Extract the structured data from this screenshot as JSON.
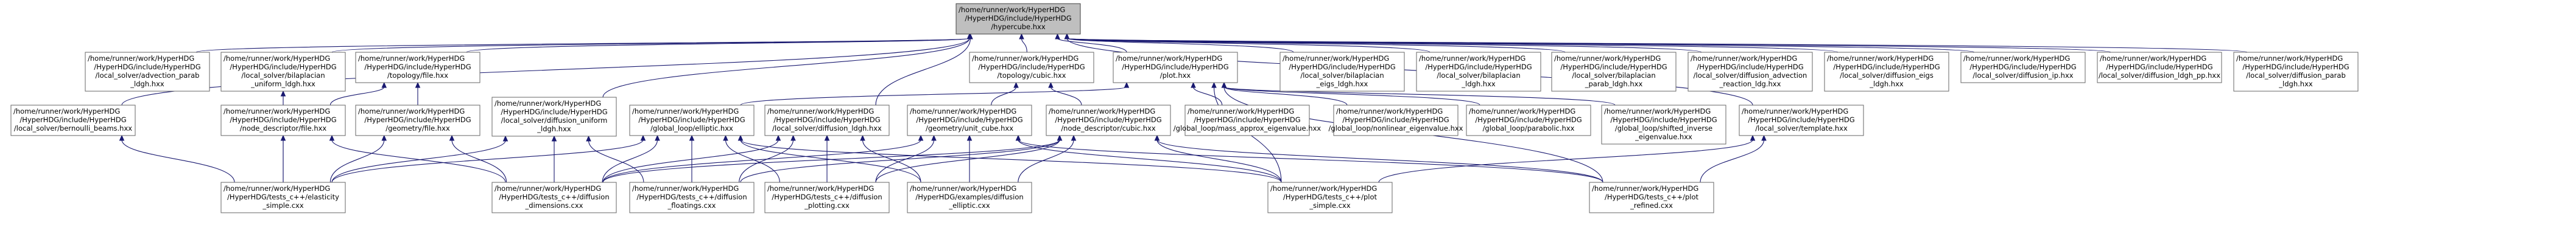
{
  "diagram": {
    "kind": "include-dependency-graph",
    "edge_color": "#191970",
    "root_fill": "#bfbfbf",
    "nodes": [
      {
        "id": "root",
        "lines": [
          "/home/runner/work/HyperHDG",
          "/HyperHDG/include/HyperHDG",
          "/hypercube.hxx"
        ],
        "root": true
      },
      {
        "id": "adv_parab",
        "lines": [
          "/home/runner/work/HyperHDG",
          "/HyperHDG/include/HyperHDG",
          "/local_solver/advection_parab",
          "_ldgh.hxx"
        ]
      },
      {
        "id": "bilap_unif",
        "lines": [
          "/home/runner/work/HyperHDG",
          "/HyperHDG/include/HyperHDG",
          "/local_solver/bilaplacian",
          "_uniform_ldgh.hxx"
        ]
      },
      {
        "id": "topo_file",
        "lines": [
          "/home/runner/work/HyperHDG",
          "/HyperHDG/include/HyperHDG",
          "/topology/file.hxx"
        ]
      },
      {
        "id": "topo_cubic",
        "lines": [
          "/home/runner/work/HyperHDG",
          "/HyperHDG/include/HyperHDG",
          "/topology/cubic.hxx"
        ]
      },
      {
        "id": "plot",
        "lines": [
          "/home/runner/work/HyperHDG",
          "/HyperHDG/include/HyperHDG",
          "/plot.hxx"
        ]
      },
      {
        "id": "bilap_eigs",
        "lines": [
          "/home/runner/work/HyperHDG",
          "/HyperHDG/include/HyperHDG",
          "/local_solver/bilaplacian",
          "_eigs_ldgh.hxx"
        ]
      },
      {
        "id": "bilap_ldgh",
        "lines": [
          "/home/runner/work/HyperHDG",
          "/HyperHDG/include/HyperHDG",
          "/local_solver/bilaplacian",
          "_ldgh.hxx"
        ]
      },
      {
        "id": "bilap_parab",
        "lines": [
          "/home/runner/work/HyperHDG",
          "/HyperHDG/include/HyperHDG",
          "/local_solver/bilaplacian",
          "_parab_ldgh.hxx"
        ]
      },
      {
        "id": "diff_adv_react",
        "lines": [
          "/home/runner/work/HyperHDG",
          "/HyperHDG/include/HyperHDG",
          "/local_solver/diffusion_advection",
          "_reaction_ldg.hxx"
        ]
      },
      {
        "id": "diff_eigs",
        "lines": [
          "/home/runner/work/HyperHDG",
          "/HyperHDG/include/HyperHDG",
          "/local_solver/diffusion_eigs",
          "_ldgh.hxx"
        ]
      },
      {
        "id": "diff_ip",
        "lines": [
          "/home/runner/work/HyperHDG",
          "/HyperHDG/include/HyperHDG",
          "/local_solver/diffusion_ip.hxx"
        ]
      },
      {
        "id": "diff_ldgh_pp",
        "lines": [
          "/home/runner/work/HyperHDG",
          "/HyperHDG/include/HyperHDG",
          "/local_solver/diffusion_ldgh_pp.hxx"
        ]
      },
      {
        "id": "diff_parab",
        "lines": [
          "/home/runner/work/HyperHDG",
          "/HyperHDG/include/HyperHDG",
          "/local_solver/diffusion_parab",
          "_ldgh.hxx"
        ]
      },
      {
        "id": "bernoulli",
        "lines": [
          "/home/runner/work/HyperHDG",
          "/HyperHDG/include/HyperHDG",
          "/local_solver/bernoulli_beams.hxx"
        ]
      },
      {
        "id": "nd_file",
        "lines": [
          "/home/runner/work/HyperHDG",
          "/HyperHDG/include/HyperHDG",
          "/node_descriptor/file.hxx"
        ]
      },
      {
        "id": "geo_file",
        "lines": [
          "/home/runner/work/HyperHDG",
          "/HyperHDG/include/HyperHDG",
          "/geometry/file.hxx"
        ]
      },
      {
        "id": "diff_unif",
        "lines": [
          "/home/runner/work/HyperHDG",
          "/HyperHDG/include/HyperHDG",
          "/local_solver/diffusion_uniform",
          "_ldgh.hxx"
        ]
      },
      {
        "id": "global_elliptic",
        "lines": [
          "/home/runner/work/HyperHDG",
          "/HyperHDG/include/HyperHDG",
          "/global_loop/elliptic.hxx"
        ]
      },
      {
        "id": "diff_ldgh",
        "lines": [
          "/home/runner/work/HyperHDG",
          "/HyperHDG/include/HyperHDG",
          "/local_solver/diffusion_ldgh.hxx"
        ]
      },
      {
        "id": "geo_unit_cube",
        "lines": [
          "/home/runner/work/HyperHDG",
          "/HyperHDG/include/HyperHDG",
          "/geometry/unit_cube.hxx"
        ]
      },
      {
        "id": "nd_cubic",
        "lines": [
          "/home/runner/work/HyperHDG",
          "/HyperHDG/include/HyperHDG",
          "/node_descriptor/cubic.hxx"
        ]
      },
      {
        "id": "mass_approx",
        "lines": [
          "/home/runner/work/HyperHDG",
          "/HyperHDG/include/HyperHDG",
          "/global_loop/mass_approx_eigenvalue.hxx"
        ]
      },
      {
        "id": "nonlinear_eig",
        "lines": [
          "/home/runner/work/HyperHDG",
          "/HyperHDG/include/HyperHDG",
          "/global_loop/nonlinear_eigenvalue.hxx"
        ]
      },
      {
        "id": "parabolic",
        "lines": [
          "/home/runner/work/HyperHDG",
          "/HyperHDG/include/HyperHDG",
          "/global_loop/parabolic.hxx"
        ]
      },
      {
        "id": "shifted_inv",
        "lines": [
          "/home/runner/work/HyperHDG",
          "/HyperHDG/include/HyperHDG",
          "/global_loop/shifted_inverse",
          "_eigenvalue.hxx"
        ]
      },
      {
        "id": "ls_template",
        "lines": [
          "/home/runner/work/HyperHDG",
          "/HyperHDG/include/HyperHDG",
          "/local_solver/template.hxx"
        ]
      },
      {
        "id": "t_elasticity",
        "lines": [
          "/home/runner/work/HyperHDG",
          "/HyperHDG/tests_c++/elasticity",
          "_simple.cxx"
        ]
      },
      {
        "id": "t_diff_dims",
        "lines": [
          "/home/runner/work/HyperHDG",
          "/HyperHDG/tests_c++/diffusion",
          "_dimensions.cxx"
        ]
      },
      {
        "id": "t_diff_floats",
        "lines": [
          "/home/runner/work/HyperHDG",
          "/HyperHDG/tests_c++/diffusion",
          "_floatings.cxx"
        ]
      },
      {
        "id": "t_diff_plot",
        "lines": [
          "/home/runner/work/HyperHDG",
          "/HyperHDG/tests_c++/diffusion",
          "_plotting.cxx"
        ]
      },
      {
        "id": "ex_diff_ell",
        "lines": [
          "/home/runner/work/HyperHDG",
          "/HyperHDG/examples/diffusion",
          "_elliptic.cxx"
        ]
      },
      {
        "id": "t_plot_simple",
        "lines": [
          "/home/runner/work/HyperHDG",
          "/HyperHDG/tests_c++/plot",
          "_simple.cxx"
        ]
      },
      {
        "id": "t_plot_refined",
        "lines": [
          "/home/runner/work/HyperHDG",
          "/HyperHDG/tests_c++/plot",
          "_refined.cxx"
        ]
      }
    ],
    "edges": [
      [
        "adv_parab",
        "root"
      ],
      [
        "bilap_unif",
        "root"
      ],
      [
        "topo_file",
        "root"
      ],
      [
        "topo_cubic",
        "root"
      ],
      [
        "plot",
        "root"
      ],
      [
        "bilap_eigs",
        "root"
      ],
      [
        "bilap_ldgh",
        "root"
      ],
      [
        "bilap_parab",
        "root"
      ],
      [
        "diff_adv_react",
        "root"
      ],
      [
        "diff_eigs",
        "root"
      ],
      [
        "diff_ip",
        "root"
      ],
      [
        "diff_ldgh_pp",
        "root"
      ],
      [
        "diff_parab",
        "root"
      ],
      [
        "bernoulli",
        "root"
      ],
      [
        "diff_unif",
        "root"
      ],
      [
        "diff_ldgh",
        "root"
      ],
      [
        "ls_template",
        "root"
      ],
      [
        "nd_file",
        "topo_file"
      ],
      [
        "geo_file",
        "topo_file"
      ],
      [
        "geo_unit_cube",
        "topo_cubic"
      ],
      [
        "nd_cubic",
        "topo_cubic"
      ],
      [
        "global_elliptic",
        "plot"
      ],
      [
        "mass_approx",
        "plot"
      ],
      [
        "nonlinear_eig",
        "plot"
      ],
      [
        "parabolic",
        "plot"
      ],
      [
        "shifted_inv",
        "plot"
      ],
      [
        "t_plot_simple",
        "plot"
      ],
      [
        "t_plot_refined",
        "plot"
      ],
      [
        "t_elasticity",
        "bernoulli"
      ],
      [
        "t_elasticity",
        "bilap_unif"
      ],
      [
        "t_elasticity",
        "nd_file"
      ],
      [
        "t_elasticity",
        "geo_file"
      ],
      [
        "t_elasticity",
        "diff_unif"
      ],
      [
        "t_elasticity",
        "global_elliptic"
      ],
      [
        "t_diff_dims",
        "nd_file"
      ],
      [
        "t_diff_dims",
        "geo_file"
      ],
      [
        "t_diff_dims",
        "diff_unif"
      ],
      [
        "t_diff_dims",
        "global_elliptic"
      ],
      [
        "t_diff_dims",
        "diff_ldgh"
      ],
      [
        "t_diff_dims",
        "geo_unit_cube"
      ],
      [
        "t_diff_dims",
        "nd_cubic"
      ],
      [
        "t_diff_floats",
        "diff_unif"
      ],
      [
        "t_diff_floats",
        "global_elliptic"
      ],
      [
        "t_diff_floats",
        "diff_ldgh"
      ],
      [
        "t_diff_floats",
        "nd_cubic"
      ],
      [
        "t_diff_plot",
        "global_elliptic"
      ],
      [
        "t_diff_plot",
        "diff_ldgh"
      ],
      [
        "t_diff_plot",
        "geo_unit_cube"
      ],
      [
        "t_diff_plot",
        "nd_cubic"
      ],
      [
        "ex_diff_ell",
        "global_elliptic"
      ],
      [
        "ex_diff_ell",
        "diff_ldgh"
      ],
      [
        "ex_diff_ell",
        "geo_unit_cube"
      ],
      [
        "ex_diff_ell",
        "nd_cubic"
      ],
      [
        "t_plot_simple",
        "global_elliptic"
      ],
      [
        "t_plot_simple",
        "geo_unit_cube"
      ],
      [
        "t_plot_simple",
        "nd_cubic"
      ],
      [
        "t_plot_simple",
        "ls_template"
      ],
      [
        "t_plot_refined",
        "geo_unit_cube"
      ],
      [
        "t_plot_refined",
        "nd_cubic"
      ],
      [
        "t_plot_refined",
        "ls_template"
      ]
    ]
  }
}
